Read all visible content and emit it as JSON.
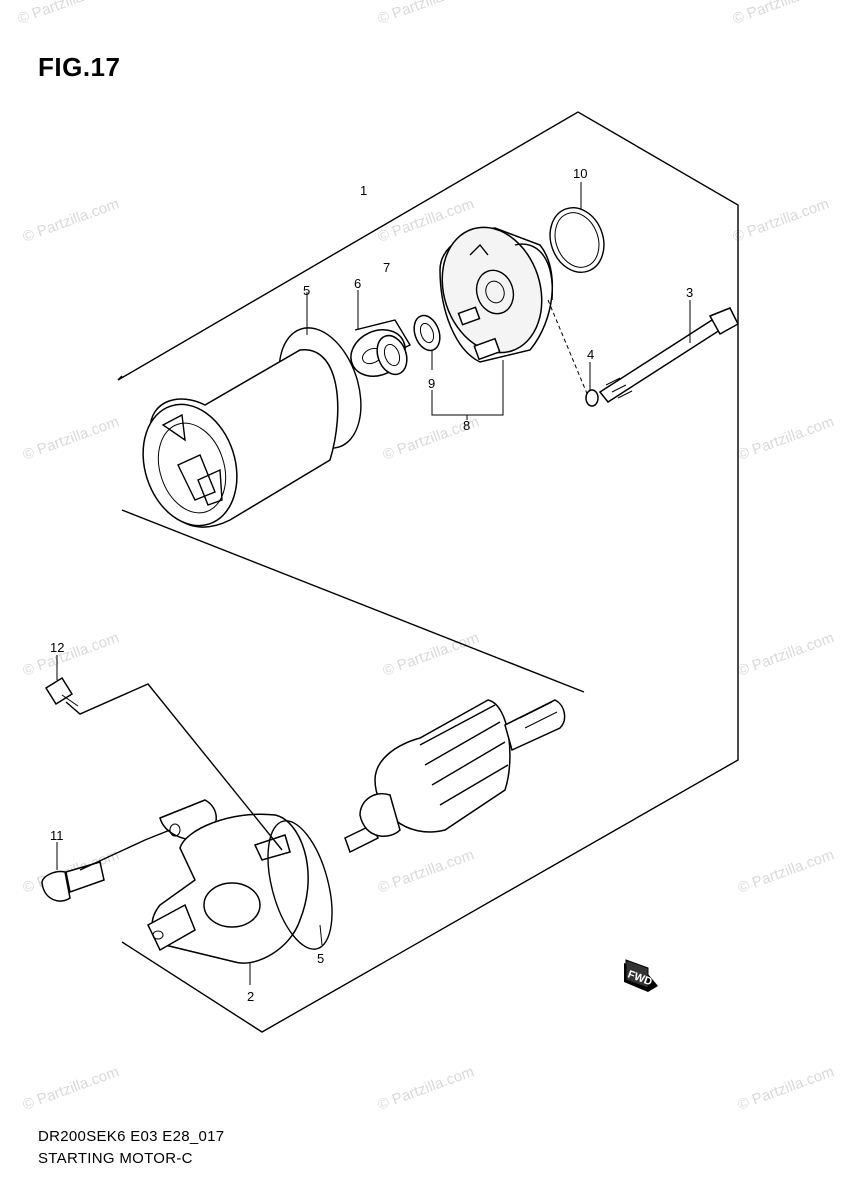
{
  "figure": {
    "title": "FIG.17",
    "model_code": "DR200SEK6 E03 E28_017",
    "section_name": "STARTING MOTOR-C"
  },
  "watermark": {
    "text": "© Partzilla.com"
  },
  "callouts": {
    "c1": "1",
    "c2": "2",
    "c3": "3",
    "c4": "4",
    "c5a": "5",
    "c5b": "5",
    "c6": "6",
    "c7": "7",
    "c8": "8",
    "c9": "9",
    "c10": "10",
    "c11": "11",
    "c12": "12"
  },
  "fwd_badge": {
    "label": "FWD"
  }
}
